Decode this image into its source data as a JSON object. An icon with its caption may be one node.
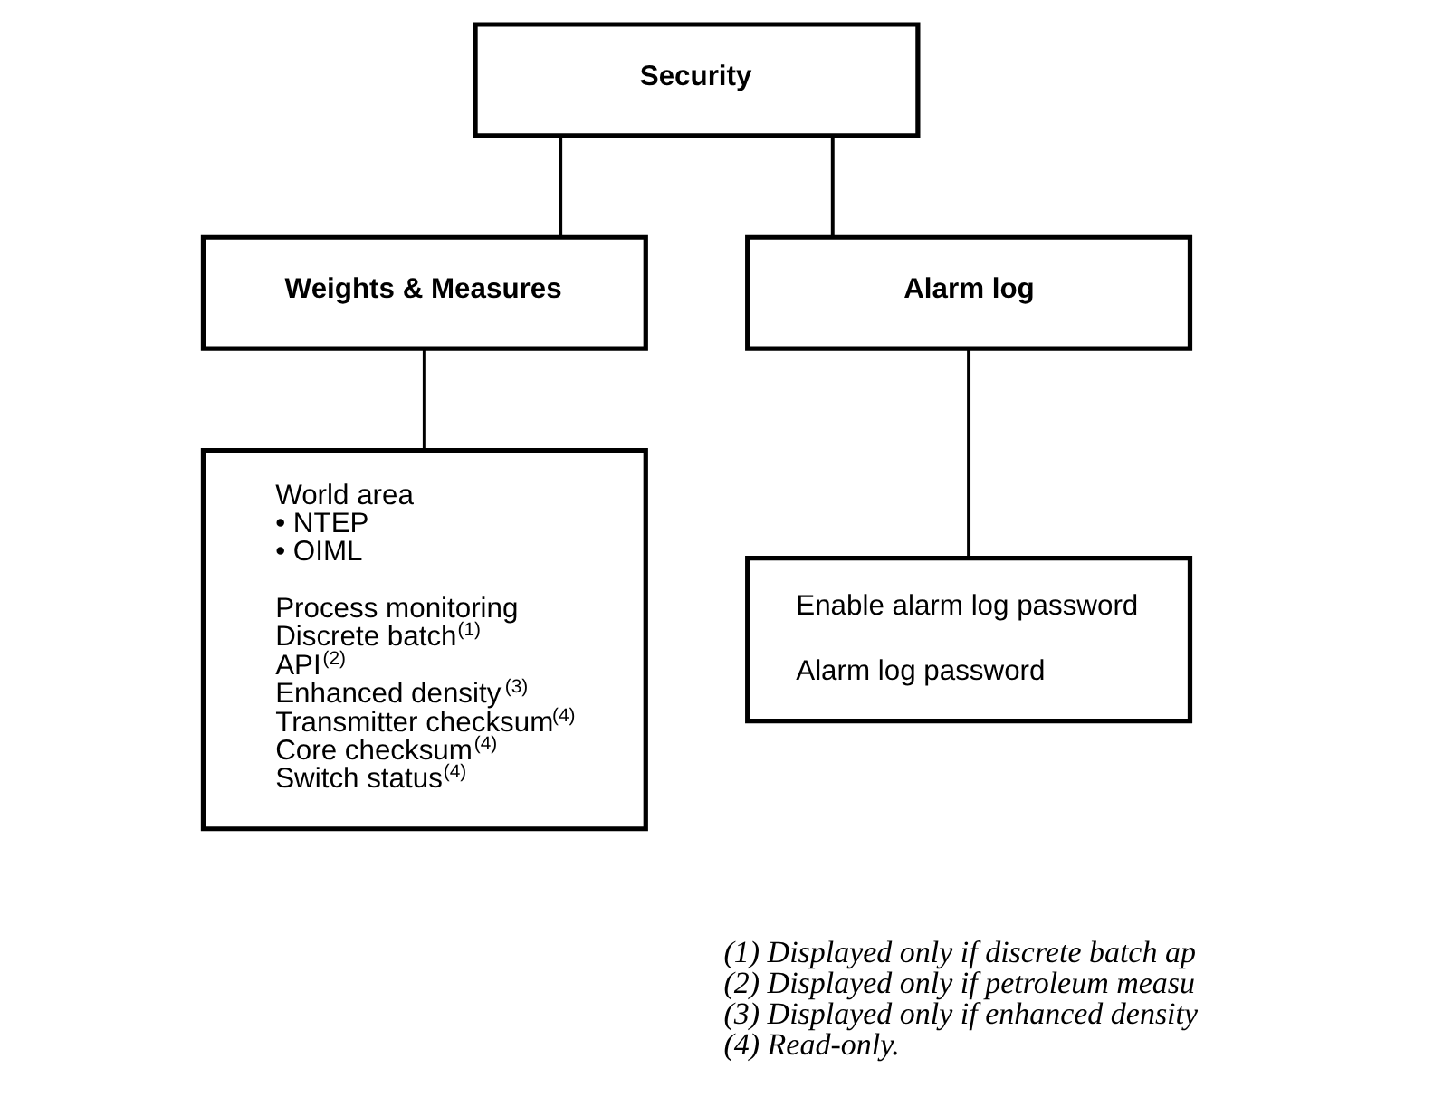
{
  "diagram": {
    "nodes": [
      {
        "text": [
          "Security"
        ]
      },
      {
        "text": [
          "Weights & Measures"
        ]
      },
      {
        "text": [
          "Alarm log"
        ]
      },
      {
        "text": [
          "World area",
          "• NTEP",
          "• OIML",
          "Process monitoring",
          "Discrete batch$^{(1)}$",
          "API$^{(2)}$",
          "Enhanced density$^{(3)}$",
          "Transmitter checksum$^{(4)}$",
          "Core checksum$^{(4)}$",
          "Switch status$^{(4)}$"
        ]
      },
      {
        "text": [
          "Enable alarm log password",
          "Alarm log password"
        ]
      }
    ],
    "edges": [
      {
        "from": 0,
        "to": 1,
        "arrow": "none"
      },
      {
        "from": 0,
        "to": 2,
        "arrow": "none"
      },
      {
        "from": 1,
        "to": 3,
        "arrow": "none"
      },
      {
        "from": 2,
        "to": 4,
        "arrow": "none"
      }
    ],
    "labels": [
      "(1) Displayed only if discrete batch ap",
      "(2) Displayed only if petroleum measu",
      "(3) Displayed only if enhanced density",
      "(4) Read-only."
    ]
  }
}
